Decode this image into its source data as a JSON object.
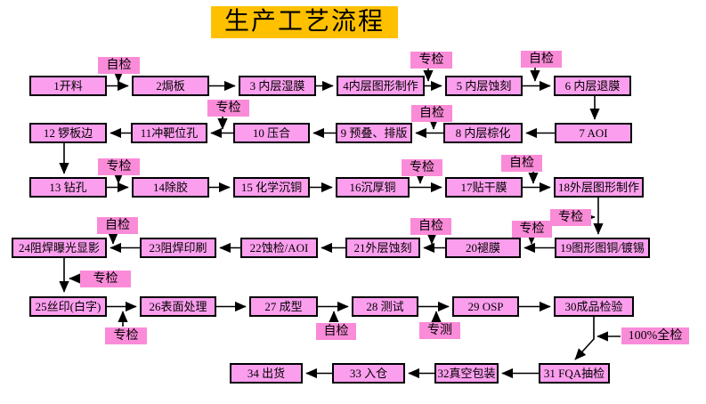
{
  "title": "生产工艺流程",
  "colors": {
    "title_bg": "#FFC000",
    "box_fill": "#FC9EEE",
    "label_fill": "#FA8BD8",
    "line": "#000000"
  },
  "nodes": [
    {
      "label": "1开料"
    },
    {
      "label": "2焗板"
    },
    {
      "label": "3 内层湿膜"
    },
    {
      "label": "4内层图形制作"
    },
    {
      "label": "5 内层蚀刻"
    },
    {
      "label": "6 内层退膜"
    },
    {
      "label": "7 AOI"
    },
    {
      "label": "8 内层棕化"
    },
    {
      "label": "9 预叠、排版"
    },
    {
      "label": "10 压合"
    },
    {
      "label": "11冲靶位孔"
    },
    {
      "label": "12 锣板边"
    },
    {
      "label": "13 钻孔"
    },
    {
      "label": "14除胶"
    },
    {
      "label": "15 化学沉铜"
    },
    {
      "label": "16沉厚铜"
    },
    {
      "label": "17贴干膜"
    },
    {
      "label": "18外层图形制作"
    },
    {
      "label": "19图形图铜/镀锡"
    },
    {
      "label": "20褪膜"
    },
    {
      "label": "21外层蚀刻"
    },
    {
      "label": "22蚀检/AOI"
    },
    {
      "label": "23阻焊印刷"
    },
    {
      "label": "24阻焊曝光显影"
    },
    {
      "label": "25丝印(白字)"
    },
    {
      "label": "26表面处理"
    },
    {
      "label": "27 成型"
    },
    {
      "label": "28 测试"
    },
    {
      "label": "29 OSP"
    },
    {
      "label": "30成品检验"
    },
    {
      "label": "31 FQA抽检"
    },
    {
      "label": "32真空包装"
    },
    {
      "label": "33 入仓"
    },
    {
      "label": "34 出货"
    }
  ],
  "checks": [
    {
      "label": "自检"
    },
    {
      "label": "专检"
    },
    {
      "label": "自检"
    },
    {
      "label": "专检"
    },
    {
      "label": "自检"
    },
    {
      "label": "专检"
    },
    {
      "label": "专检"
    },
    {
      "label": "自检"
    },
    {
      "label": "专检"
    },
    {
      "label": "专检"
    },
    {
      "label": "自检"
    },
    {
      "label": "自检"
    },
    {
      "label": "专检"
    },
    {
      "label": "专检"
    },
    {
      "label": "自检"
    },
    {
      "label": "专测"
    },
    {
      "label": "100%全检"
    }
  ]
}
